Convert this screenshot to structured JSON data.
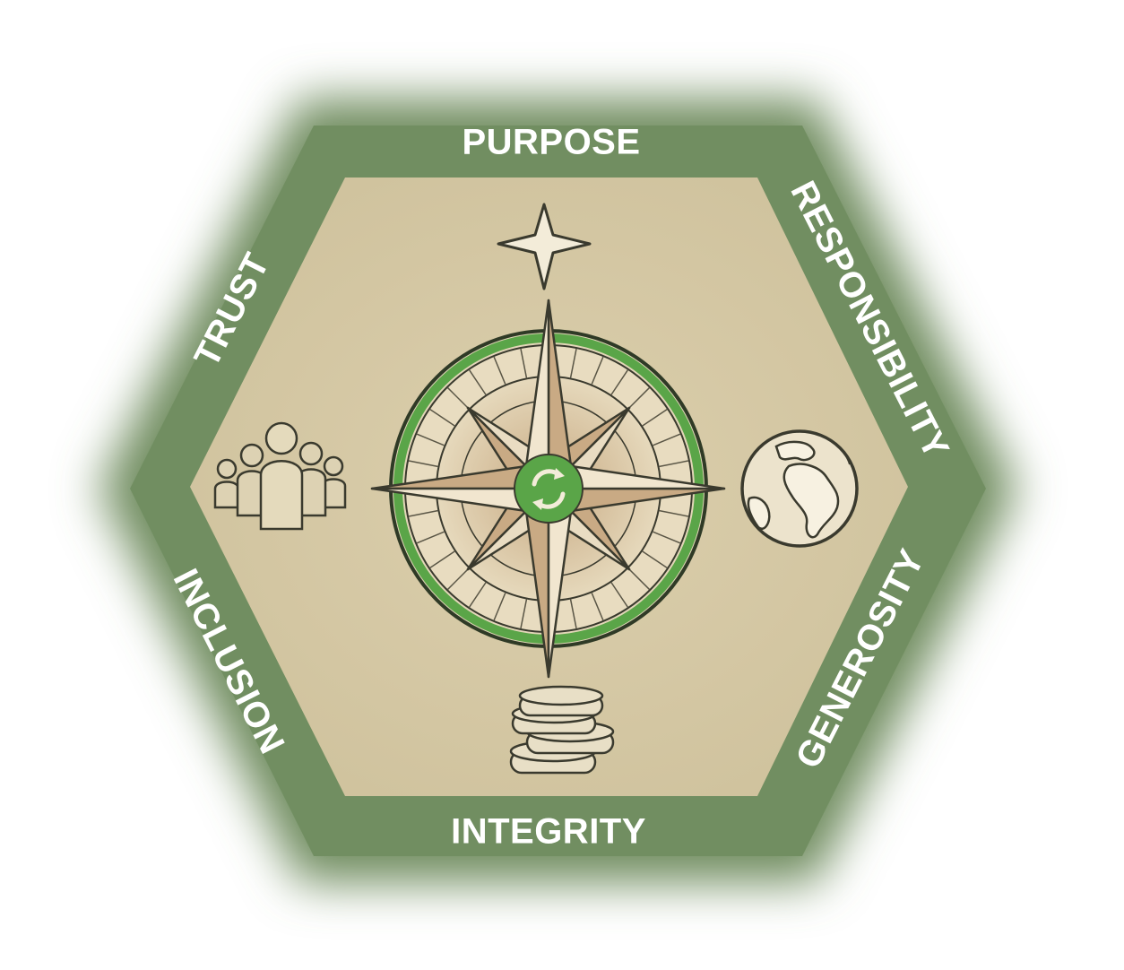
{
  "values": {
    "top": "PURPOSE",
    "top_right": "RESPONSIBILITY",
    "bottom_right": "GENEROSITY",
    "bottom": "INTEGRITY",
    "bottom_left": "INCLUSION",
    "top_left": "TRUST"
  },
  "icons": {
    "top": "four-point-star-icon",
    "center": "compass-rose-icon",
    "center_badge": "recycle-arrows-icon",
    "right": "globe-icon",
    "left": "people-group-icon",
    "bottom": "coin-stack-icon"
  },
  "colors": {
    "outer_frame": "#6f8c5f",
    "inner_hexagon": "#d4c8a4",
    "compass_ring": "#5aa548",
    "ink": "#3a3a2e",
    "label_text": "#ffffff"
  }
}
